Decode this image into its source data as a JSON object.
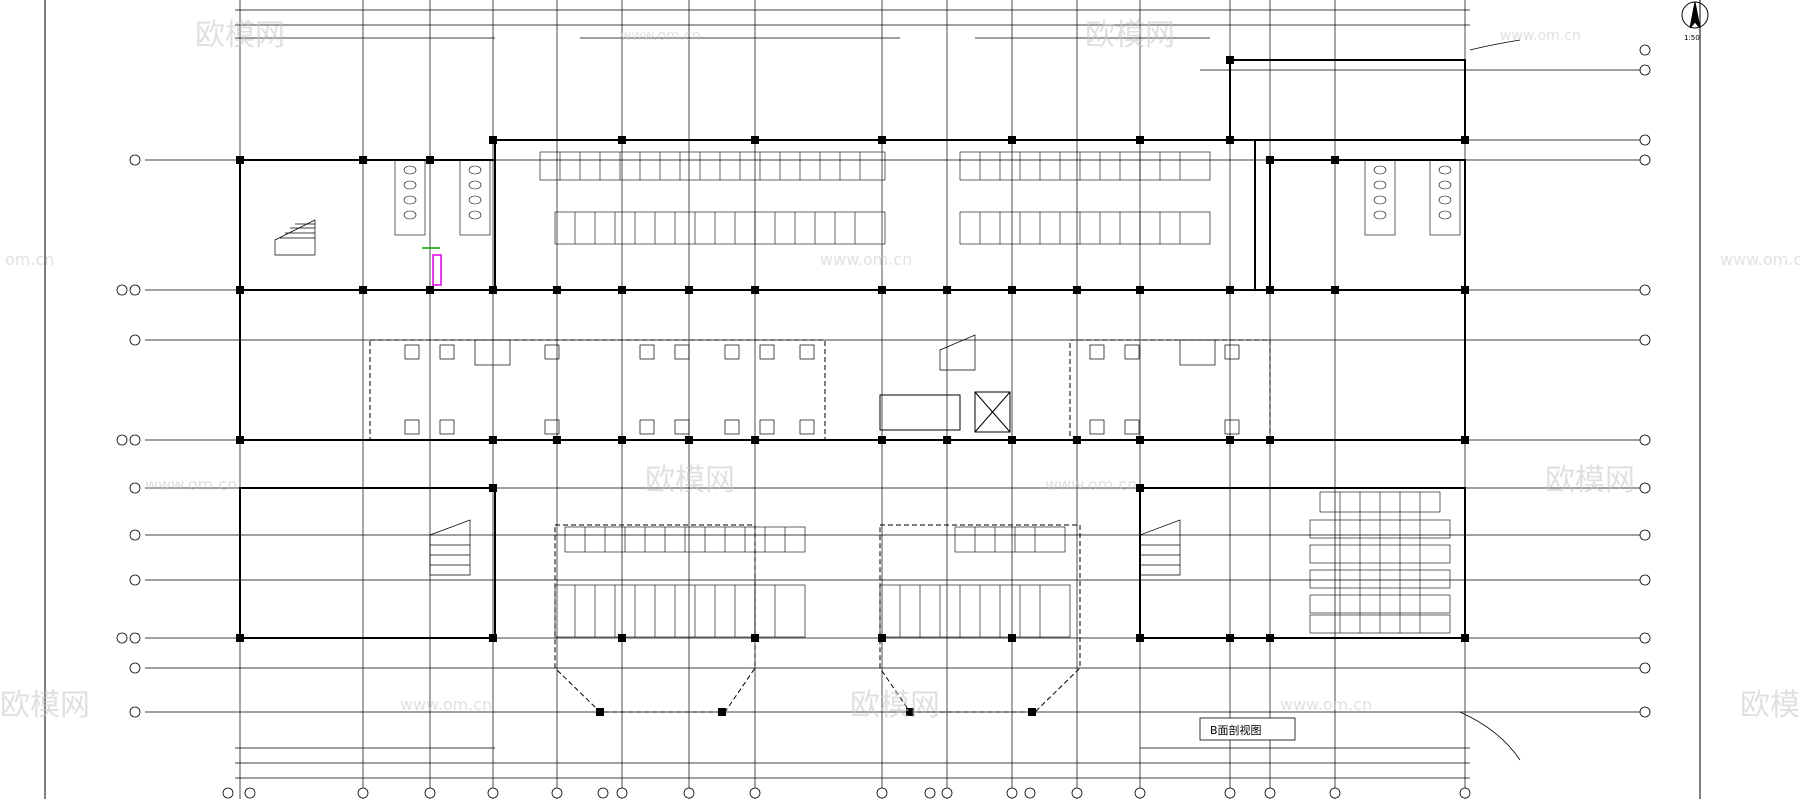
{
  "watermark": {
    "brand": "欧模网",
    "url": "www.om.cn",
    "url_short": "om.cn",
    "color": "#c8c8c8"
  },
  "drawing": {
    "note_label": "B面剖视图",
    "scale_text": "1:50",
    "line_color": "#000000",
    "highlight_color": "#e000e0",
    "accent_color": "#00a000"
  },
  "icons": {
    "north_arrow": "north-arrow-icon"
  }
}
